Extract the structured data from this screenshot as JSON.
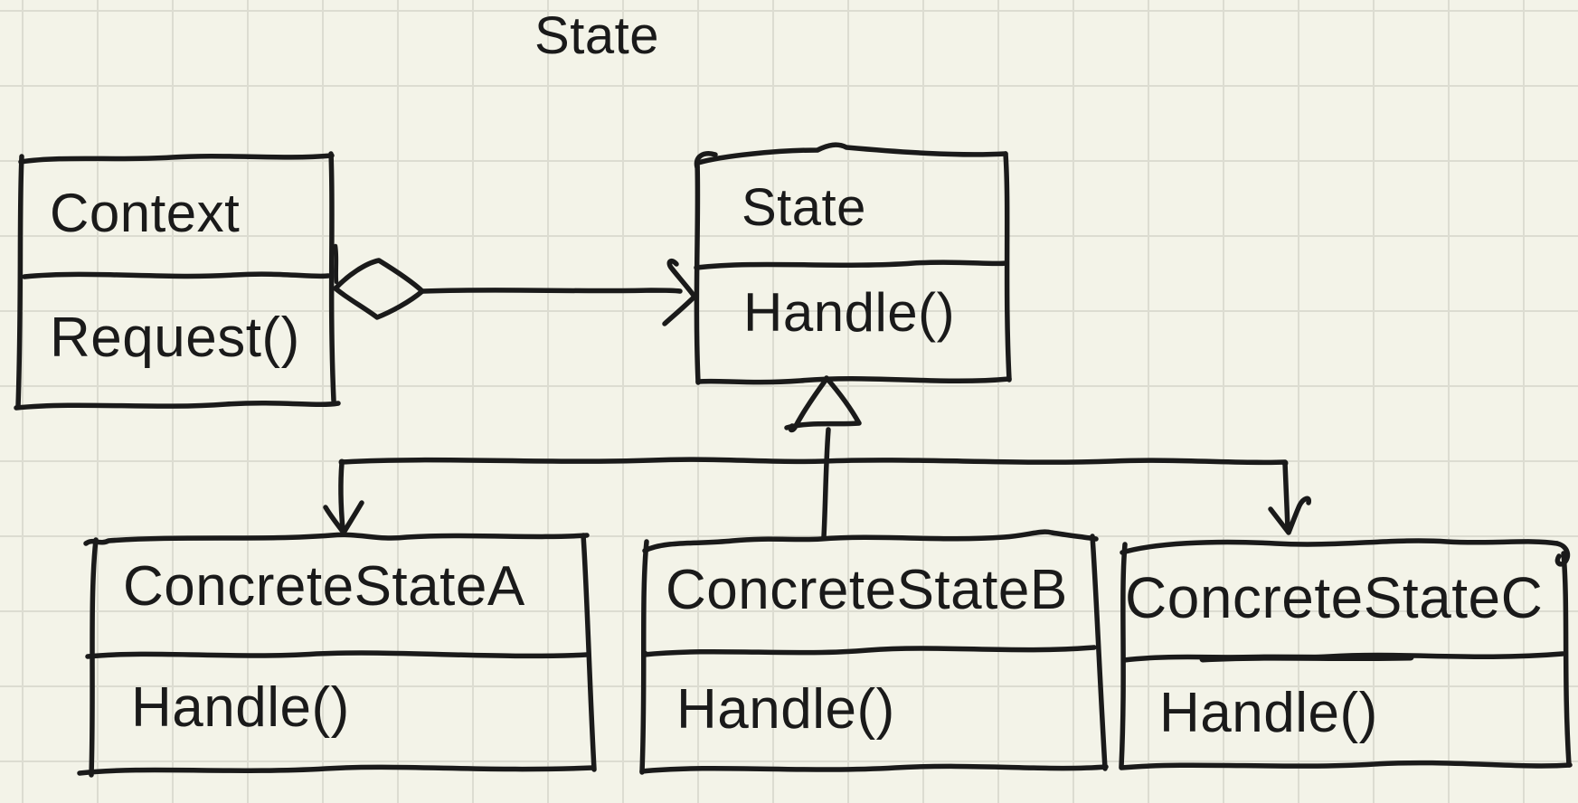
{
  "diagram": {
    "title": "State",
    "classes": [
      {
        "name": "Context",
        "methods": [
          "Request()"
        ]
      },
      {
        "name": "State",
        "methods": [
          "Handle()"
        ]
      },
      {
        "name": "ConcreteStateA",
        "methods": [
          "Handle()"
        ]
      },
      {
        "name": "ConcreteStateB",
        "methods": [
          "Handle()"
        ]
      },
      {
        "name": "ConcreteStateC",
        "methods": [
          "Handle()"
        ]
      }
    ],
    "relations": [
      {
        "type": "aggregation",
        "from": "Context",
        "to": "State"
      },
      {
        "type": "inheritance",
        "from": "ConcreteStateA",
        "to": "State"
      },
      {
        "type": "inheritance",
        "from": "ConcreteStateB",
        "to": "State"
      },
      {
        "type": "inheritance",
        "from": "ConcreteStateC",
        "to": "State"
      }
    ]
  },
  "colors": {
    "background": "#f3f3e8",
    "grid": "#dcdcd1",
    "ink": "#1a1a1a"
  }
}
